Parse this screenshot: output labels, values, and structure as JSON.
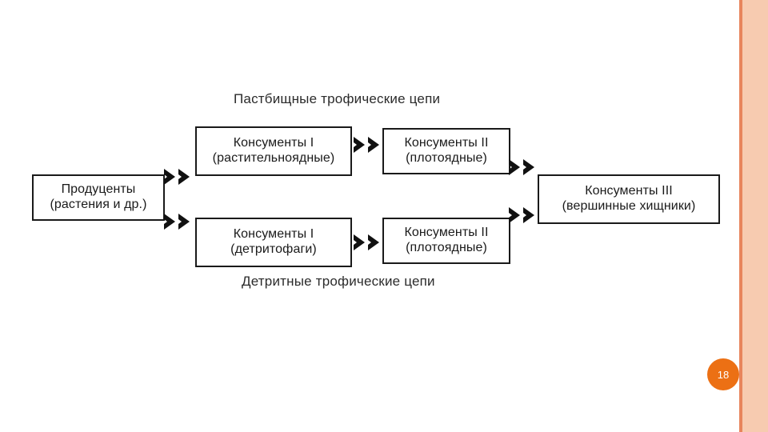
{
  "slide": {
    "page_number": "18",
    "accent_color": "#ec7014",
    "band_color": "#f7cbb0",
    "line_color": "#e8855c"
  },
  "diagram": {
    "captions": {
      "top": "Пастбищные трофические цепи",
      "bottom": "Детритные трофические цепи"
    },
    "nodes": [
      {
        "id": "producers",
        "line1": "Продуценты",
        "line2": "(растения и др.)"
      },
      {
        "id": "consumers1_herbivores",
        "line1": "Консументы I",
        "line2": "(растительноядные)"
      },
      {
        "id": "consumers2_carnivores_top",
        "line1": "Консументы II",
        "line2": "(плотоядные)"
      },
      {
        "id": "consumers1_detritivores",
        "line1": "Консументы I",
        "line2": "(детритофаги)"
      },
      {
        "id": "consumers2_carnivores_bottom",
        "line1": "Консументы II",
        "line2": "(плотоядные)"
      },
      {
        "id": "consumers3_apex",
        "line1": "Консументы III",
        "line2": "(вершинные хищники)"
      }
    ],
    "arrows": [
      {
        "id": "producers-to-herbivores",
        "label": "double-chevron-right-icon"
      },
      {
        "id": "producers-to-detritivores",
        "label": "double-chevron-right-icon"
      },
      {
        "id": "herbivores-to-carnivores",
        "label": "double-chevron-right-icon"
      },
      {
        "id": "detritivores-to-carnivores",
        "label": "double-chevron-right-icon"
      },
      {
        "id": "carnivores-top-to-apex",
        "label": "double-chevron-right-icon"
      },
      {
        "id": "carnivores-bottom-to-apex",
        "label": "double-chevron-right-icon"
      }
    ]
  }
}
